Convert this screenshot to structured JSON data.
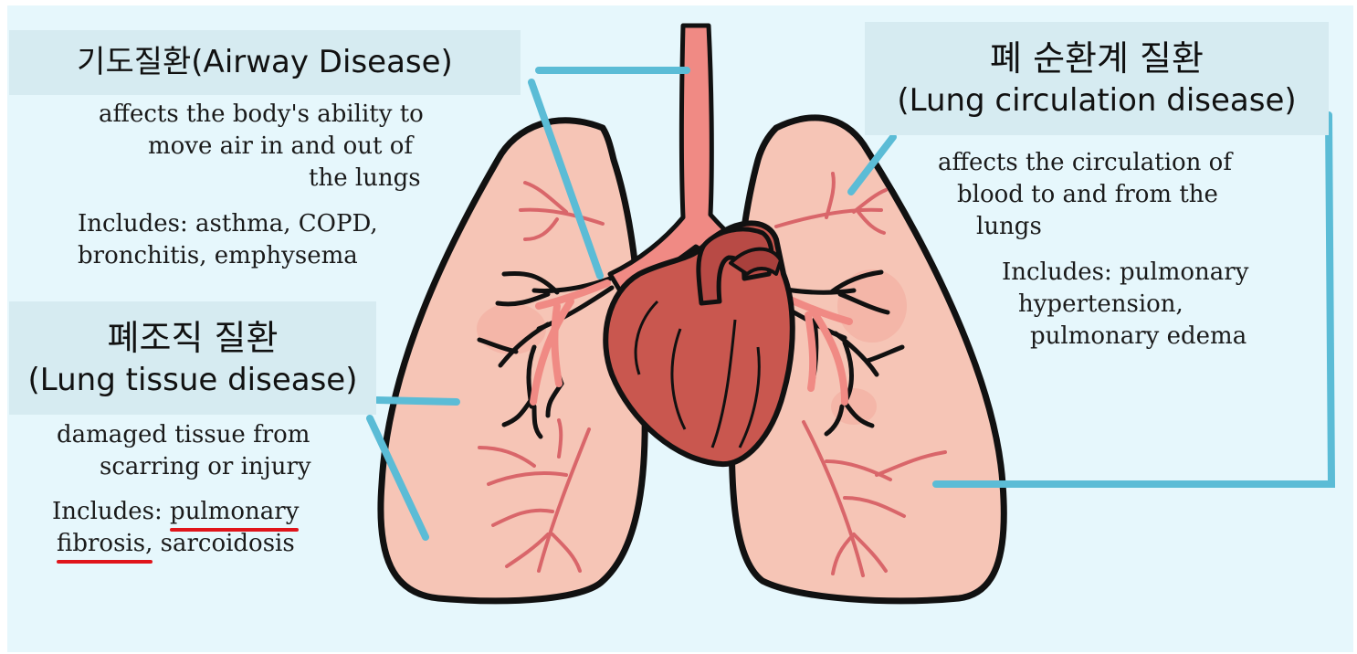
{
  "airway": {
    "title": "기도질환(Airway Disease)",
    "desc": [
      "affects the body's ability to",
      "move air in and out of",
      "the lungs"
    ],
    "includes": [
      "Includes: asthma, COPD,",
      "bronchitis, emphysema"
    ]
  },
  "tissue": {
    "title_ko": "폐조직 질환",
    "title_en": "(Lung tissue disease)",
    "desc": [
      "damaged tissue from",
      "scarring or injury"
    ],
    "includes_prefix": "Includes: ",
    "includes_u1": "pulmonary",
    "includes_u2": "fibrosis,",
    "includes_rest": " sarcoidosis"
  },
  "circulation": {
    "title_ko": "폐 순환계 질환",
    "title_en": "(Lung circulation disease)",
    "desc": [
      "affects the circulation of",
      "blood to and from the",
      "lungs"
    ],
    "includes": [
      "Includes: pulmonary",
      "hypertension,",
      "pulmonary edema"
    ]
  },
  "colors": {
    "background": "#e6f7fc",
    "title_box": "#d6ebf1",
    "leader_line": "#5bbcd6",
    "lung": "#f6c5b6",
    "airway": "#f08a84",
    "heart": "#c9574f",
    "underline": "#e0151b"
  }
}
